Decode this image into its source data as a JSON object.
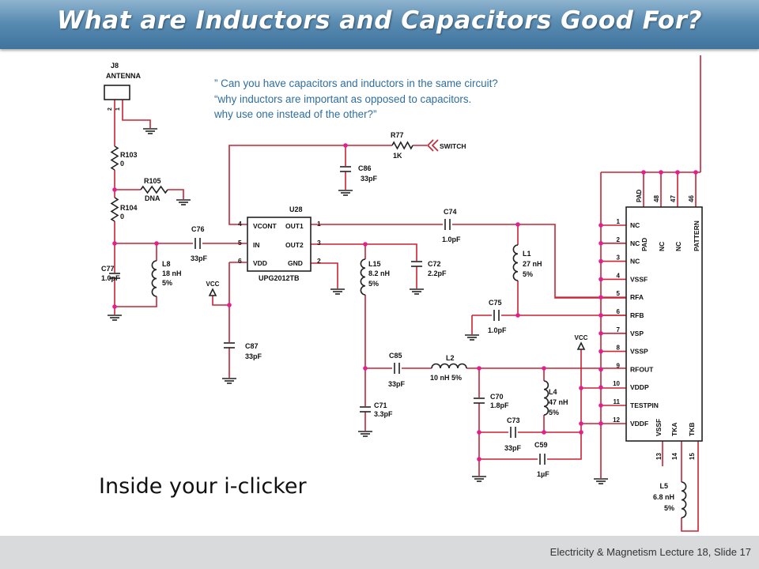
{
  "slide": {
    "title": "What are Inductors and Capacitors Good For?",
    "question_lines": [
      "” Can you have capacitors and inductors in the same circuit?",
      "“why inductors are important as opposed to capacitors.",
      "why use one instead of the other?”"
    ],
    "caption": "Inside your i-clicker",
    "footer": "Electricity & Magnetism  Lecture 18, Slide 17"
  },
  "schematic": {
    "wire_color": "#cc2233",
    "node_color": "#e0208e",
    "components": {
      "j8_ref": "J8",
      "j8_val": "ANTENNA",
      "r103_ref": "R103",
      "r103_val": "0",
      "r105_ref": "R105",
      "r105_val": "DNA",
      "r104_ref": "R104",
      "r104_val": "0",
      "c77_ref": "C77",
      "c77_val": "1.0pF",
      "l8_ref": "L8",
      "l8_val": "18 nH",
      "l8_tol": "5%",
      "c76_ref": "C76",
      "c76_val": "33pF",
      "vcc_left": "VCC",
      "c87_ref": "C87",
      "c87_val": "33pF",
      "r77_ref": "R77",
      "r77_val": "1K",
      "switch": "SWITCH",
      "c86_ref": "C86",
      "c86_val": "33pF",
      "u28_ref": "U28",
      "u28_part": "UPG2012TB",
      "c74_ref": "C74",
      "c74_val": "1.0pF",
      "l1_ref": "L1",
      "l1_val": "27 nH",
      "l1_tol": "5%",
      "c72_ref": "C72",
      "c72_val": "2.2pF",
      "l15_ref": "L15",
      "l15_val": "8.2 nH",
      "l15_tol": "5%",
      "c75_ref": "C75",
      "c75_val": "1.0pF",
      "vcc_right": "VCC",
      "c85_ref": "C85",
      "c85_val": "33pF",
      "l2_ref": "L2",
      "l2_val": "10 nH",
      "l2_tol": "5%",
      "c70_ref": "C70",
      "c70_val": "1.8pF",
      "l4_ref": "L4",
      "l4_val": "47 nH",
      "l4_tol": "5%",
      "c71_ref": "C71",
      "c71_val": "3.3pF",
      "c73_ref": "C73",
      "c73_val": "33pF",
      "c59_ref": "C59",
      "c59_val": "1µF",
      "l5_ref": "L5",
      "l5_val": "6.8 nH",
      "l5_tol": "5%"
    },
    "u28_pins": {
      "p4": "4",
      "p5": "5",
      "p6": "6",
      "p1": "1",
      "p3": "3",
      "p2": "2",
      "vcont": "VCONT",
      "in": "IN",
      "vdd": "VDD",
      "out1": "OUT1",
      "out2": "OUT2",
      "gnd": "GND"
    },
    "j8_pins": {
      "p2": "2",
      "p1": "1"
    },
    "ic": {
      "left_pins": [
        {
          "num": "1",
          "name": "NC"
        },
        {
          "num": "2",
          "name": "NC"
        },
        {
          "num": "3",
          "name": "NC"
        },
        {
          "num": "4",
          "name": "VSSF"
        },
        {
          "num": "5",
          "name": "RFA"
        },
        {
          "num": "6",
          "name": "RFB"
        },
        {
          "num": "7",
          "name": "VSP"
        },
        {
          "num": "8",
          "name": "VSSP"
        },
        {
          "num": "9",
          "name": "RFOUT"
        },
        {
          "num": "10",
          "name": "VDDP"
        },
        {
          "num": "11",
          "name": "TESTPIN"
        },
        {
          "num": "12",
          "name": "VDDF"
        }
      ],
      "top_pins": [
        {
          "num": "PAD",
          "name": "PAD"
        },
        {
          "num": "48",
          "name": "NC"
        },
        {
          "num": "47",
          "name": "NC"
        },
        {
          "num": "46",
          "name": "PATTERN"
        }
      ],
      "bottom_pins": [
        {
          "num": "13",
          "name": "VSSF"
        },
        {
          "num": "14",
          "name": "TKA"
        },
        {
          "num": "15",
          "name": "TKB"
        }
      ]
    }
  }
}
